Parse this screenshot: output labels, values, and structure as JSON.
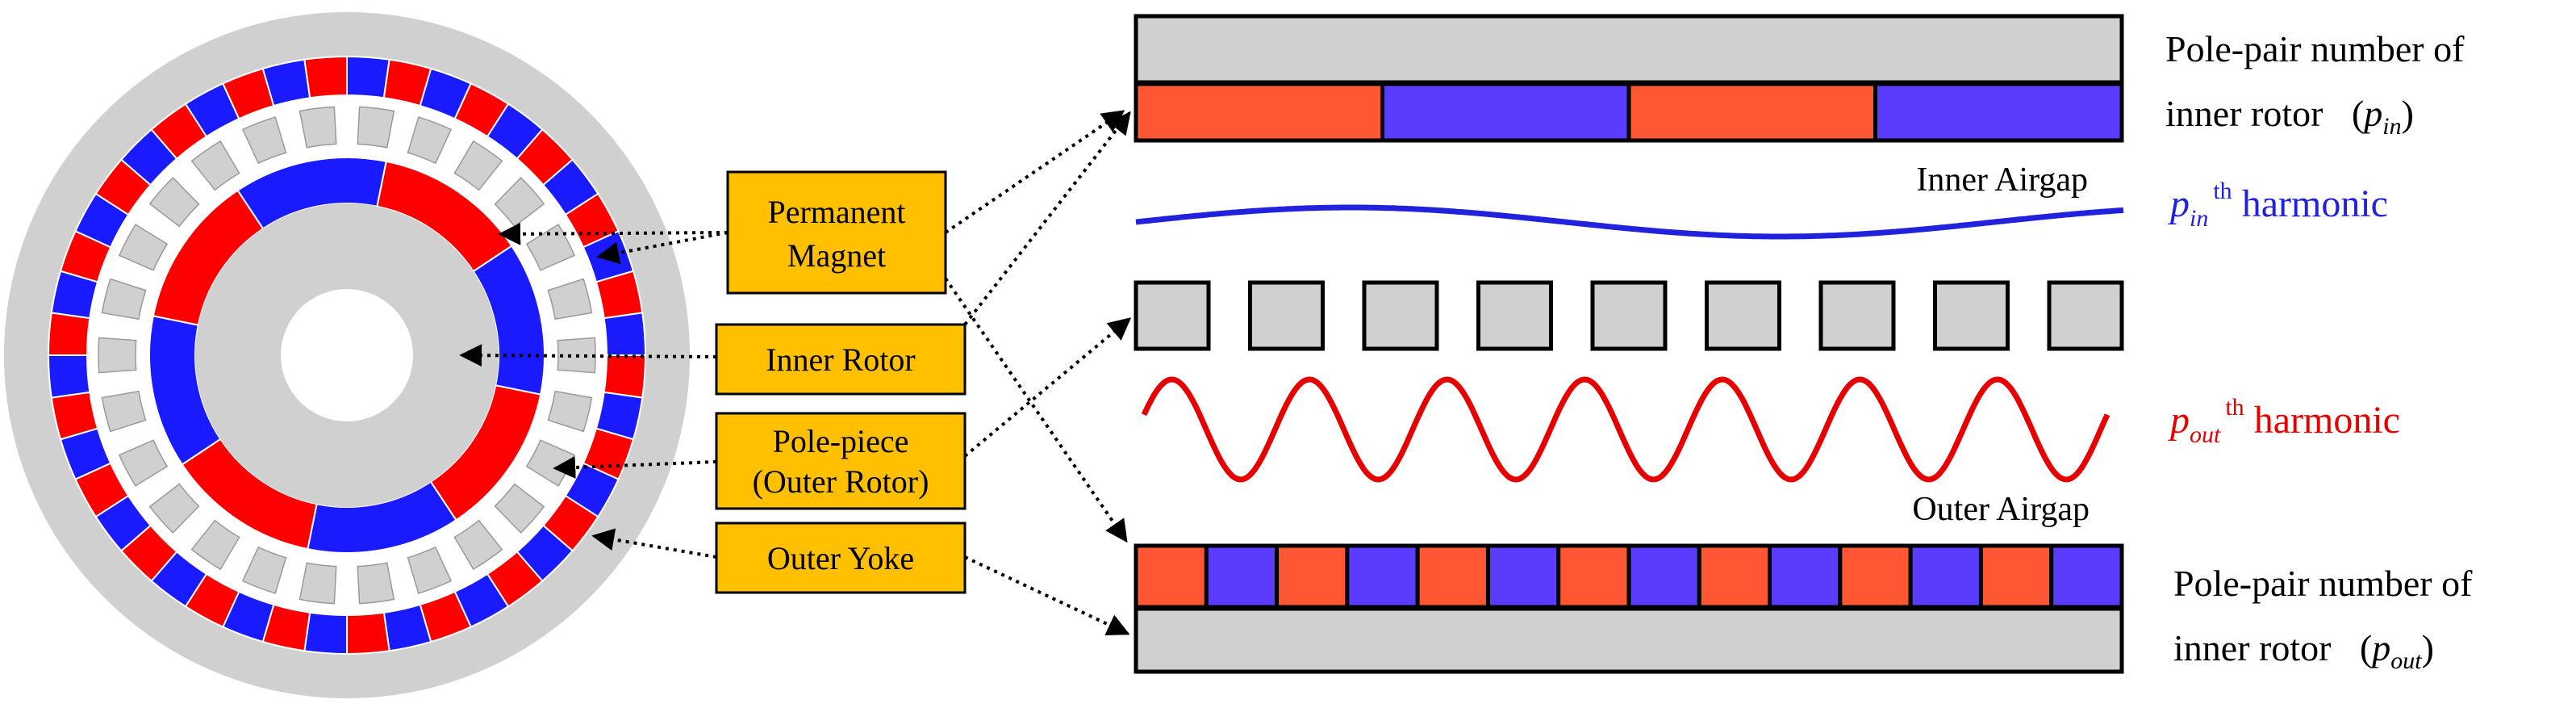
{
  "colors": {
    "magnet_red": "#ff0000",
    "magnet_blue": "#1a1aff",
    "linear_red": "#ff5733",
    "linear_blue": "#5b3cff",
    "steel_gray": "#d0d0d0",
    "callout_fill": "#ffc000",
    "inner_harmonic": "#2222dd",
    "outer_harmonic": "#e60000"
  },
  "callouts": {
    "permanent_magnet": [
      "Permanent",
      "Magnet"
    ],
    "inner_rotor": [
      "Inner Rotor"
    ],
    "pole_piece": [
      "Pole-piece",
      "(Outer Rotor)"
    ],
    "outer_yoke": [
      "Outer Yoke"
    ]
  },
  "labels": {
    "inner_pole_pair": {
      "line1": "Pole-pair number of",
      "line2_text": "inner rotor",
      "symbol": "p",
      "subscript": "in"
    },
    "outer_pole_pair": {
      "line1": "Pole-pair number of",
      "line2_text": "inner rotor",
      "symbol": "p",
      "subscript": "out"
    },
    "inner_harmonic": {
      "symbol": "p",
      "subscript": "in",
      "superscript": "th",
      "text": "harmonic"
    },
    "outer_harmonic": {
      "symbol": "p",
      "subscript": "out",
      "superscript": "th",
      "text": "harmonic"
    },
    "inner_airgap": "Inner  Airgap",
    "outer_airgap": "Outer Airgap"
  },
  "icons": {
    "arrow": "dotted-arrow-icon"
  }
}
